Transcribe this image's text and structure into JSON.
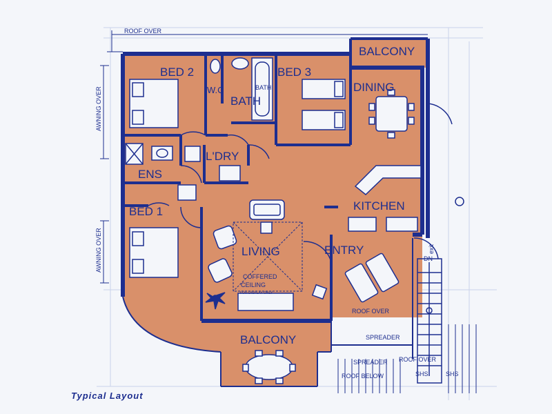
{
  "labels": {
    "bed2": "BED 2",
    "bed3": "BED 3",
    "balcony_top": "BALCONY",
    "dining": "DINING",
    "wc": "W.C",
    "bath": "BATH",
    "bath_small": "BATH",
    "laundry": "L'DRY",
    "ensuite": "ENS",
    "bed1": "BED 1",
    "kitchen": "KITCHEN",
    "living": "LIVING",
    "entry": "ENTRY",
    "coffered": "COFFERED",
    "ceiling": "CEILING",
    "display_only": "FOR DISPLAY ONLY",
    "balcony_bottom": "BALCONY",
    "roof_over_top": "ROOF OVER",
    "roof_over_right": "ROOF OVER",
    "awning_over_upper": "AWNING OVER",
    "awning_over_lower": "AWNING OVER",
    "spreader_1": "SPREADER",
    "spreader_2": "SPREADER",
    "roof_below": "ROOF BELOW",
    "roof_over_small": "ROOF OVER",
    "shs_1": "SHS",
    "shs_2": "SHS",
    "exit": "exit",
    "dn": "DN"
  },
  "caption": "Typical Layout",
  "colors": {
    "wall": "#1d2e8f",
    "floor": "#d9906a",
    "paper": "#f4f6fa",
    "grid": "#c9d2ea"
  }
}
